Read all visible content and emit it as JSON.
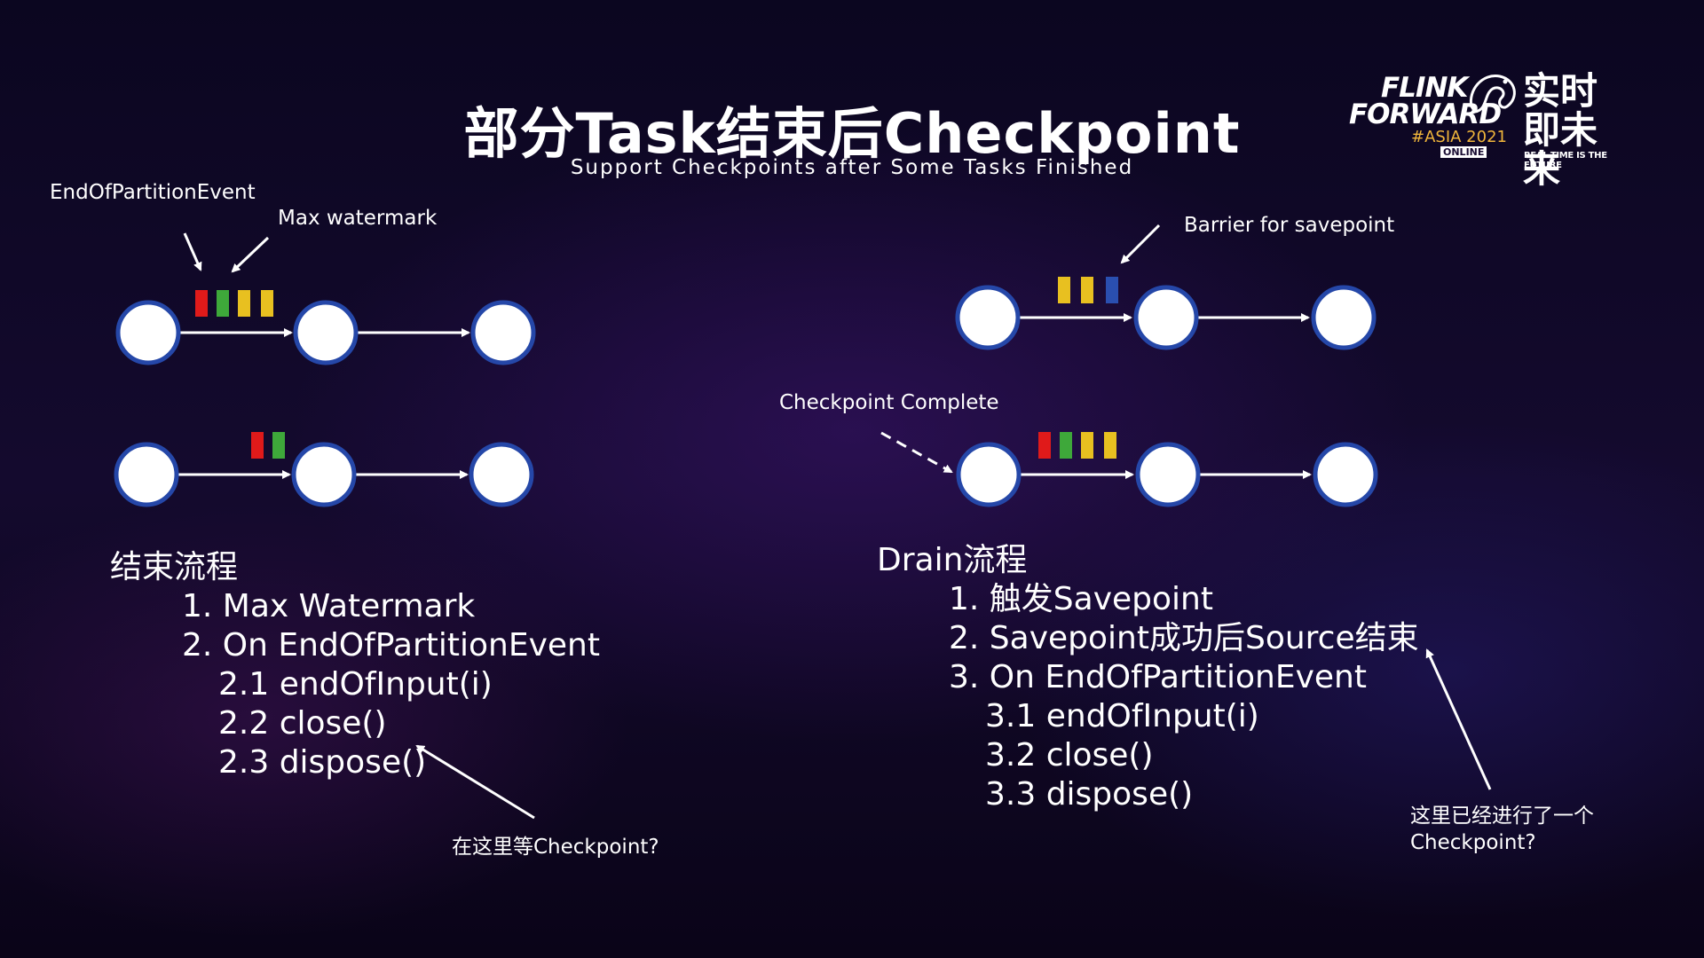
{
  "title": "部分Task结束后Checkpoint",
  "subtitle": "Support Checkpoints after Some Tasks Finished",
  "logo": {
    "line1": "FLINK",
    "line2": "FORWARD",
    "event": "#ASIA 2021",
    "badge": "ONLINE",
    "slogan_cn": "实时即未来",
    "slogan_en": "REAL-TIME IS THE FUTURE"
  },
  "left_diagram": {
    "label_eop": "EndOfPartitionEvent",
    "label_watermark": "Max watermark",
    "top_row_markers": [
      "#e01a1a",
      "#3ea83a",
      "#e8c020",
      "#e8c020"
    ],
    "bottom_row_markers": [
      "#e01a1a",
      "#3ea83a"
    ]
  },
  "right_diagram": {
    "label_barrier": "Barrier for savepoint",
    "label_complete": "Checkpoint Complete",
    "top_row_markers": [
      "#e8c020",
      "#e8c020",
      "#2a4fb0"
    ],
    "bottom_row_markers": [
      "#e01a1a",
      "#3ea83a",
      "#e8c020",
      "#e8c020"
    ]
  },
  "colors": {
    "node_fill": "#ffffff",
    "node_stroke": "#2547a8",
    "arrow": "#ffffff"
  },
  "left_list": {
    "heading": "结束流程",
    "items": [
      "1. Max Watermark",
      "2. On EndOfPartitionEvent",
      "2.1 endOfInput(i)",
      "2.2 close()",
      "2.3 dispose()"
    ]
  },
  "right_list": {
    "heading": "Drain流程",
    "items": [
      "1. 触发Savepoint",
      "2. Savepoint成功后Source结束",
      "3. On EndOfPartitionEvent",
      "3.1 endOfInput(i)",
      "3.2 close()",
      "3.3 dispose()"
    ]
  },
  "notes": {
    "left": "在这里等Checkpoint?",
    "right_line1": "这里已经进行了一个",
    "right_line2": "Checkpoint?"
  }
}
